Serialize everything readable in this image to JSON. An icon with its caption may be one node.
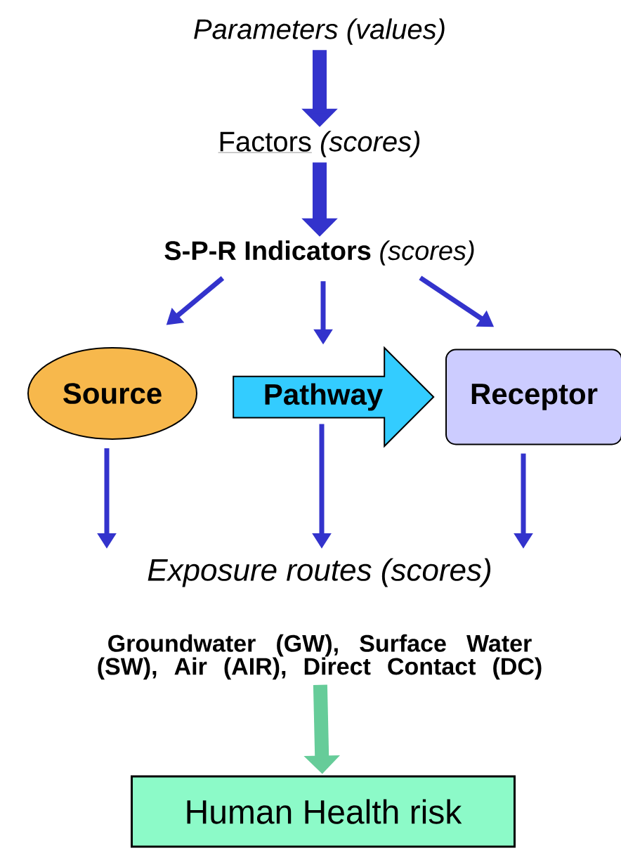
{
  "diagram": {
    "nodes": [
      {
        "text": [
          "Parameters (values)"
        ]
      },
      {
        "text": [
          "Factors",
          "(scores)"
        ]
      },
      {
        "text": [
          "S-P-R Indicators",
          "(scores)"
        ]
      },
      {
        "text": [
          "Source"
        ]
      },
      {
        "text": [
          "Pathway"
        ]
      },
      {
        "text": [
          "Receptor"
        ]
      },
      {
        "text": [
          "Exposure routes (scores)"
        ]
      },
      {
        "text": [
          "Groundwater (GW), Surface Water (SW), Air (AIR), Direct Contact (DC)"
        ]
      },
      {
        "text": [
          "Human Health risk"
        ]
      }
    ],
    "edges": [
      {
        "from": 0,
        "to": 1,
        "arrow": "to",
        "style": "thick"
      },
      {
        "from": 1,
        "to": 2,
        "arrow": "to",
        "style": "thick"
      },
      {
        "from": 2,
        "to": 3,
        "arrow": "to"
      },
      {
        "from": 2,
        "to": 4,
        "arrow": "to"
      },
      {
        "from": 2,
        "to": 5,
        "arrow": "to"
      },
      {
        "from": 3,
        "to": 6,
        "arrow": "to"
      },
      {
        "from": 4,
        "to": 6,
        "arrow": "to"
      },
      {
        "from": 5,
        "to": 6,
        "arrow": "to"
      },
      {
        "from": 7,
        "to": 8,
        "arrow": "to",
        "style": "thick",
        "color": "#66cc99"
      }
    ]
  }
}
